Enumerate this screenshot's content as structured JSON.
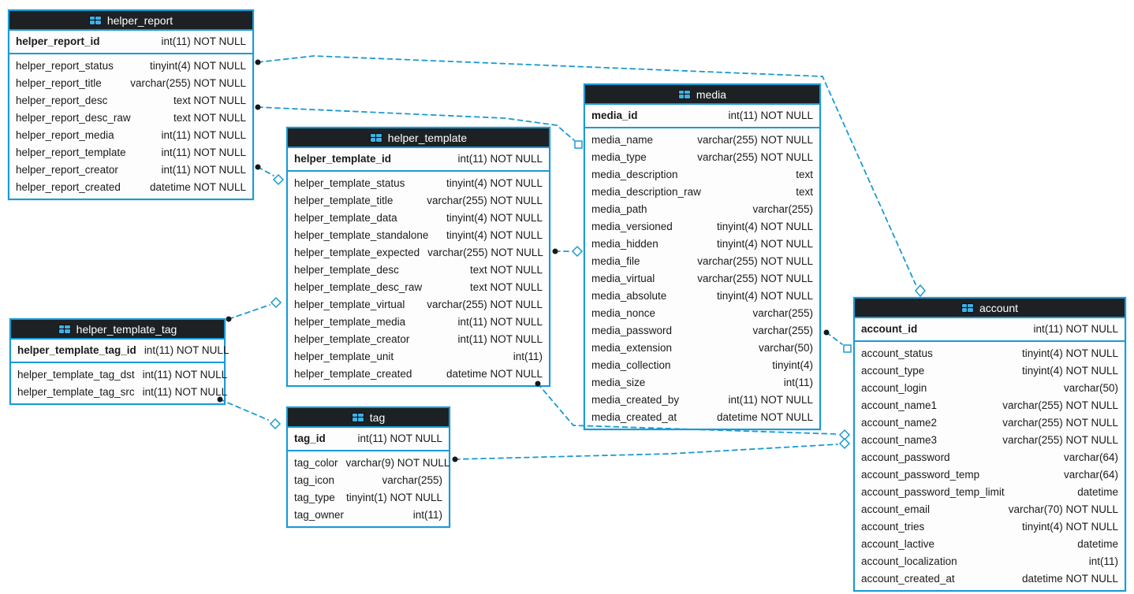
{
  "diagram": {
    "title": "database schema ER diagram",
    "colors": {
      "accent": "#1b9ad5",
      "header_bg": "#1d2124",
      "header_text": "#ffffff",
      "row_bg": "#fdfdfd",
      "text": "#1a1a1a",
      "relationship_line": "#1b9ad5",
      "icon_blue": "#3fb0e4"
    },
    "icon": "table-grid-icon",
    "tables": [
      {
        "name": "helper_report",
        "pk": {
          "name": "helper_report_id",
          "type": "int(11) NOT NULL"
        },
        "columns": [
          {
            "name": "helper_report_status",
            "type": "tinyint(4) NOT NULL"
          },
          {
            "name": "helper_report_title",
            "type": "varchar(255) NOT NULL"
          },
          {
            "name": "helper_report_desc",
            "type": "text NOT NULL"
          },
          {
            "name": "helper_report_desc_raw",
            "type": "text NOT NULL"
          },
          {
            "name": "helper_report_media",
            "type": "int(11) NOT NULL"
          },
          {
            "name": "helper_report_template",
            "type": "int(11) NOT NULL"
          },
          {
            "name": "helper_report_creator",
            "type": "int(11) NOT NULL"
          },
          {
            "name": "helper_report_created",
            "type": "datetime NOT NULL"
          }
        ]
      },
      {
        "name": "helper_template",
        "pk": {
          "name": "helper_template_id",
          "type": "int(11) NOT NULL"
        },
        "columns": [
          {
            "name": "helper_template_status",
            "type": "tinyint(4) NOT NULL"
          },
          {
            "name": "helper_template_title",
            "type": "varchar(255) NOT NULL"
          },
          {
            "name": "helper_template_data",
            "type": "tinyint(4) NOT NULL"
          },
          {
            "name": "helper_template_standalone",
            "type": "tinyint(4) NOT NULL"
          },
          {
            "name": "helper_template_expected",
            "type": "varchar(255) NOT NULL"
          },
          {
            "name": "helper_template_desc",
            "type": "text NOT NULL"
          },
          {
            "name": "helper_template_desc_raw",
            "type": "text NOT NULL"
          },
          {
            "name": "helper_template_virtual",
            "type": "varchar(255) NOT NULL"
          },
          {
            "name": "helper_template_media",
            "type": "int(11) NOT NULL"
          },
          {
            "name": "helper_template_creator",
            "type": "int(11) NOT NULL"
          },
          {
            "name": "helper_template_unit",
            "type": "int(11)"
          },
          {
            "name": "helper_template_created",
            "type": "datetime NOT NULL"
          }
        ]
      },
      {
        "name": "helper_template_tag",
        "pk": {
          "name": "helper_template_tag_id",
          "type": "int(11) NOT NULL"
        },
        "columns": [
          {
            "name": "helper_template_tag_dst",
            "type": "int(11) NOT NULL"
          },
          {
            "name": "helper_template_tag_src",
            "type": "int(11) NOT NULL"
          }
        ]
      },
      {
        "name": "tag",
        "pk": {
          "name": "tag_id",
          "type": "int(11) NOT NULL"
        },
        "columns": [
          {
            "name": "tag_color",
            "type": "varchar(9) NOT NULL"
          },
          {
            "name": "tag_icon",
            "type": "varchar(255)"
          },
          {
            "name": "tag_type",
            "type": "tinyint(1) NOT NULL"
          },
          {
            "name": "tag_owner",
            "type": "int(11)"
          }
        ]
      },
      {
        "name": "media",
        "pk": {
          "name": "media_id",
          "type": "int(11) NOT NULL"
        },
        "columns": [
          {
            "name": "media_name",
            "type": "varchar(255) NOT NULL"
          },
          {
            "name": "media_type",
            "type": "varchar(255) NOT NULL"
          },
          {
            "name": "media_description",
            "type": "text"
          },
          {
            "name": "media_description_raw",
            "type": "text"
          },
          {
            "name": "media_path",
            "type": "varchar(255)"
          },
          {
            "name": "media_versioned",
            "type": "tinyint(4) NOT NULL"
          },
          {
            "name": "media_hidden",
            "type": "tinyint(4) NOT NULL"
          },
          {
            "name": "media_file",
            "type": "varchar(255) NOT NULL"
          },
          {
            "name": "media_virtual",
            "type": "varchar(255) NOT NULL"
          },
          {
            "name": "media_absolute",
            "type": "tinyint(4) NOT NULL"
          },
          {
            "name": "media_nonce",
            "type": "varchar(255)"
          },
          {
            "name": "media_password",
            "type": "varchar(255)"
          },
          {
            "name": "media_extension",
            "type": "varchar(50)"
          },
          {
            "name": "media_collection",
            "type": "tinyint(4)"
          },
          {
            "name": "media_size",
            "type": "int(11)"
          },
          {
            "name": "media_created_by",
            "type": "int(11) NOT NULL"
          },
          {
            "name": "media_created_at",
            "type": "datetime NOT NULL"
          }
        ]
      },
      {
        "name": "account",
        "pk": {
          "name": "account_id",
          "type": "int(11) NOT NULL"
        },
        "columns": [
          {
            "name": "account_status",
            "type": "tinyint(4) NOT NULL"
          },
          {
            "name": "account_type",
            "type": "tinyint(4) NOT NULL"
          },
          {
            "name": "account_login",
            "type": "varchar(50)"
          },
          {
            "name": "account_name1",
            "type": "varchar(255) NOT NULL"
          },
          {
            "name": "account_name2",
            "type": "varchar(255) NOT NULL"
          },
          {
            "name": "account_name3",
            "type": "varchar(255) NOT NULL"
          },
          {
            "name": "account_password",
            "type": "varchar(64)"
          },
          {
            "name": "account_password_temp",
            "type": "varchar(64)"
          },
          {
            "name": "account_password_temp_limit",
            "type": "datetime"
          },
          {
            "name": "account_email",
            "type": "varchar(70) NOT NULL"
          },
          {
            "name": "account_tries",
            "type": "tinyint(4) NOT NULL"
          },
          {
            "name": "account_lactive",
            "type": "datetime"
          },
          {
            "name": "account_localization",
            "type": "int(11)"
          },
          {
            "name": "account_created_at",
            "type": "datetime NOT NULL"
          }
        ]
      }
    ],
    "relationships": [
      {
        "from": "helper_report",
        "to": "account"
      },
      {
        "from": "helper_report",
        "to": "media"
      },
      {
        "from": "helper_report",
        "to": "helper_template"
      },
      {
        "from": "helper_template",
        "to": "media"
      },
      {
        "from": "helper_template",
        "to": "account"
      },
      {
        "from": "helper_template_tag",
        "to": "helper_template"
      },
      {
        "from": "helper_template_tag",
        "to": "tag"
      },
      {
        "from": "tag",
        "to": "account"
      },
      {
        "from": "media",
        "to": "account"
      }
    ]
  }
}
